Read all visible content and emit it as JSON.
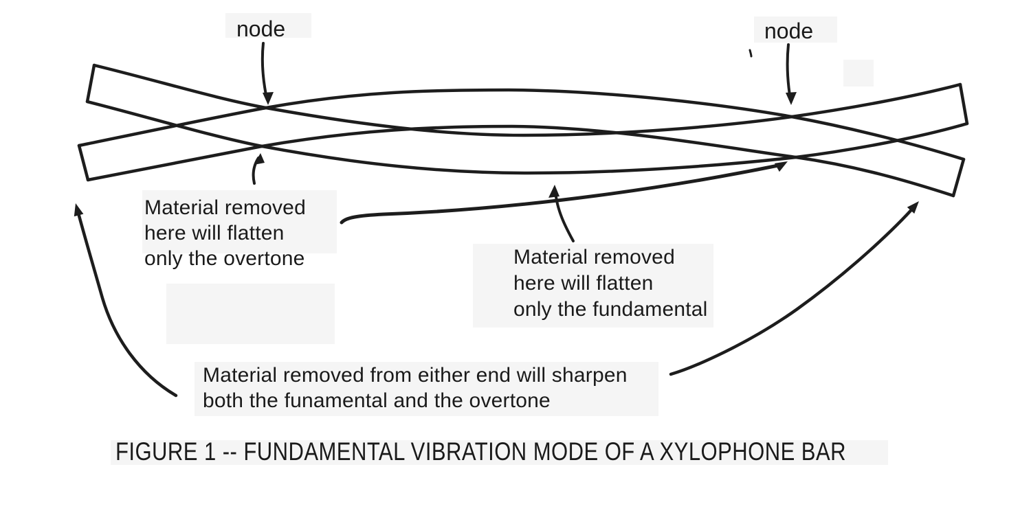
{
  "diagram": {
    "caption": "FIGURE 1 -- FUNDAMENTAL VIBRATION MODE OF A XYLOPHONE BAR",
    "node_label_left": "node",
    "node_label_right": "node",
    "overtone_note_lines": [
      "Material removed",
      "here will flatten",
      "only the overtone"
    ],
    "fundamental_note_lines": [
      "Material removed",
      "here will flatten",
      "only the fundamental"
    ],
    "sharpen_note_lines": [
      "Material removed from either end will sharpen",
      "both the funamental and the overtone"
    ],
    "colors": {
      "ink": "#1d1d1d",
      "paper": "#ffffff",
      "scan_artifact": "#f5f5f5"
    }
  }
}
